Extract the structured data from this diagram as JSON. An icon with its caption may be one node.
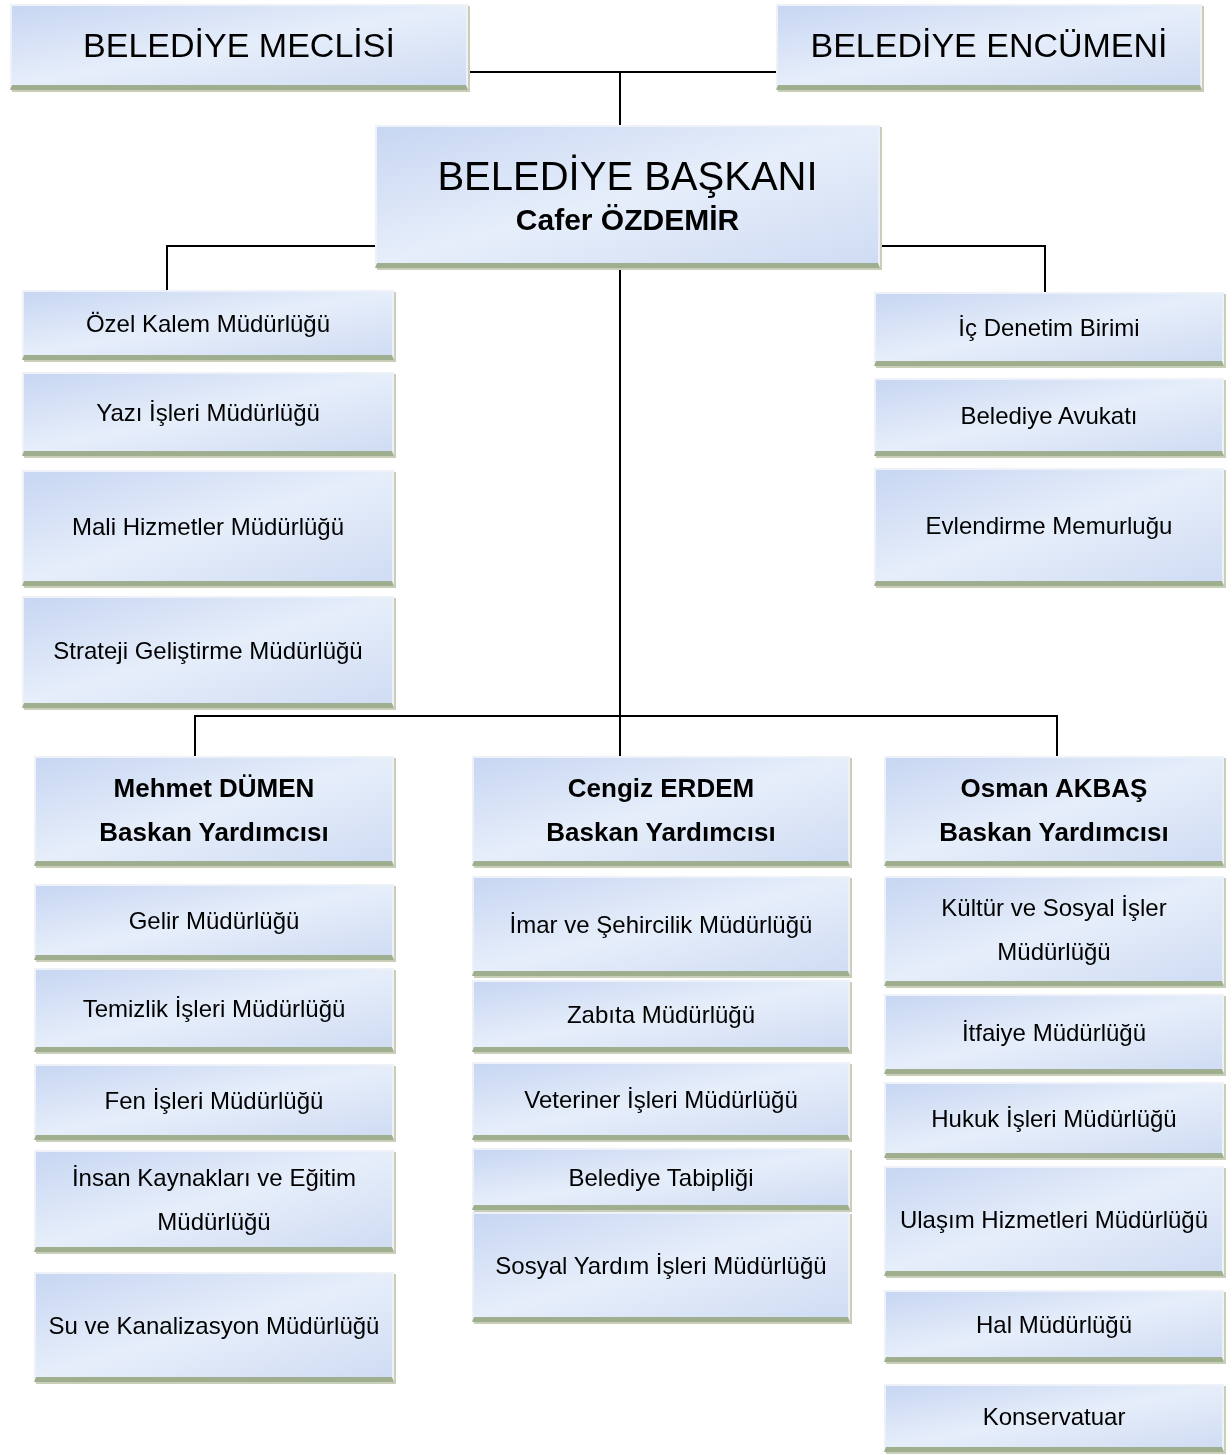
{
  "diagram": {
    "nodes": [
      {
        "text": [
          "BELEDİYE MECLİSİ"
        ]
      },
      {
        "text": [
          "BELEDİYE ENCÜMENİ"
        ]
      },
      {
        "text": [
          "BELEDİYE BAŞKANI",
          "Cafer ÖZDEMİR"
        ]
      },
      {
        "text": [
          "Özel Kalem Müdürlüğü"
        ]
      },
      {
        "text": [
          "Yazı İşleri Müdürlüğü"
        ]
      },
      {
        "text": [
          "Mali Hizmetler Müdürlüğü"
        ]
      },
      {
        "text": [
          "Strateji Geliştirme Müdürlüğü"
        ]
      },
      {
        "text": [
          "İç Denetim Birimi"
        ]
      },
      {
        "text": [
          "Belediye Avukatı"
        ]
      },
      {
        "text": [
          "Evlendirme Memurluğu"
        ]
      },
      {
        "text": [
          "Mehmet DÜMEN",
          "Baskan Yardımcısı"
        ]
      },
      {
        "text": [
          "Cengiz ERDEM",
          "Baskan Yardımcısı"
        ]
      },
      {
        "text": [
          "Osman AKBAŞ",
          "Baskan Yardımcısı"
        ]
      },
      {
        "text": [
          "Gelir Müdürlüğü"
        ]
      },
      {
        "text": [
          "Temizlik İşleri Müdürlüğü"
        ]
      },
      {
        "text": [
          "Fen İşleri Müdürlüğü"
        ]
      },
      {
        "text": [
          "İnsan Kaynakları ve Eğitim Müdürlüğü"
        ]
      },
      {
        "text": [
          "Su ve Kanalizasyon Müdürlüğü"
        ]
      },
      {
        "text": [
          "İmar ve Şehircilik Müdürlüğü"
        ]
      },
      {
        "text": [
          "Zabıta Müdürlüğü"
        ]
      },
      {
        "text": [
          "Veteriner İşleri Müdürlüğü"
        ]
      },
      {
        "text": [
          "Belediye Tabipliği"
        ]
      },
      {
        "text": [
          "Sosyal Yardım İşleri Müdürlüğü"
        ]
      },
      {
        "text": [
          "Kültür ve Sosyal İşler Müdürlüğü"
        ]
      },
      {
        "text": [
          "İtfaiye Müdürlüğü"
        ]
      },
      {
        "text": [
          "Hukuk İşleri Müdürlüğü"
        ]
      },
      {
        "text": [
          "Ulaşım Hizmetleri Müdürlüğü"
        ]
      },
      {
        "text": [
          "Hal Müdürlüğü"
        ]
      },
      {
        "text": [
          "Konservatuar"
        ]
      }
    ],
    "edges": [
      {
        "from": 0,
        "to": 2,
        "arrow": "none"
      },
      {
        "from": 1,
        "to": 2,
        "arrow": "none"
      },
      {
        "from": 2,
        "to": 3,
        "arrow": "none"
      },
      {
        "from": 2,
        "to": 7,
        "arrow": "none"
      },
      {
        "from": 2,
        "to": 10,
        "arrow": "none"
      },
      {
        "from": 2,
        "to": 11,
        "arrow": "none"
      },
      {
        "from": 2,
        "to": 12,
        "arrow": "none"
      }
    ]
  }
}
